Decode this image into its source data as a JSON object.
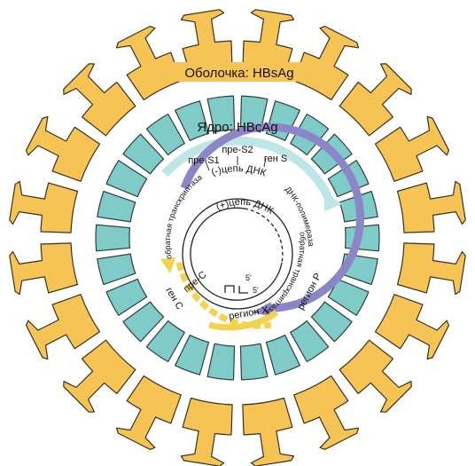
{
  "labels": {
    "envelope": "Оболочка: HBsAg",
    "core": "Ядро: HBcAg",
    "pre_s1": "пре-S1",
    "pre_s2": "пре-S2",
    "gene_s": "ген S",
    "minus_strand": "(-)цепь ДНК",
    "plus_strand": "(+)цепь ДНК",
    "dna_polymerase": "ДНК-полимераза",
    "reverse_transcriptase": "обратная транскриптаза",
    "region_p": "регион Р",
    "region_x": "регион X",
    "pre_c": "пре-С",
    "gene_c": "ген С",
    "five_prime": "5'",
    "five_prime_b": "5'"
  },
  "colors": {
    "envelope": "#F5C455",
    "envelope_stroke": "#3a3020",
    "core": "#7FCBC8",
    "core_stroke": "#2f3f3f",
    "gene_s_arrow": "#BFE6E6",
    "polymerase_arrow": "#8A86C8",
    "gene_c_arrow": "#F3D24C"
  }
}
